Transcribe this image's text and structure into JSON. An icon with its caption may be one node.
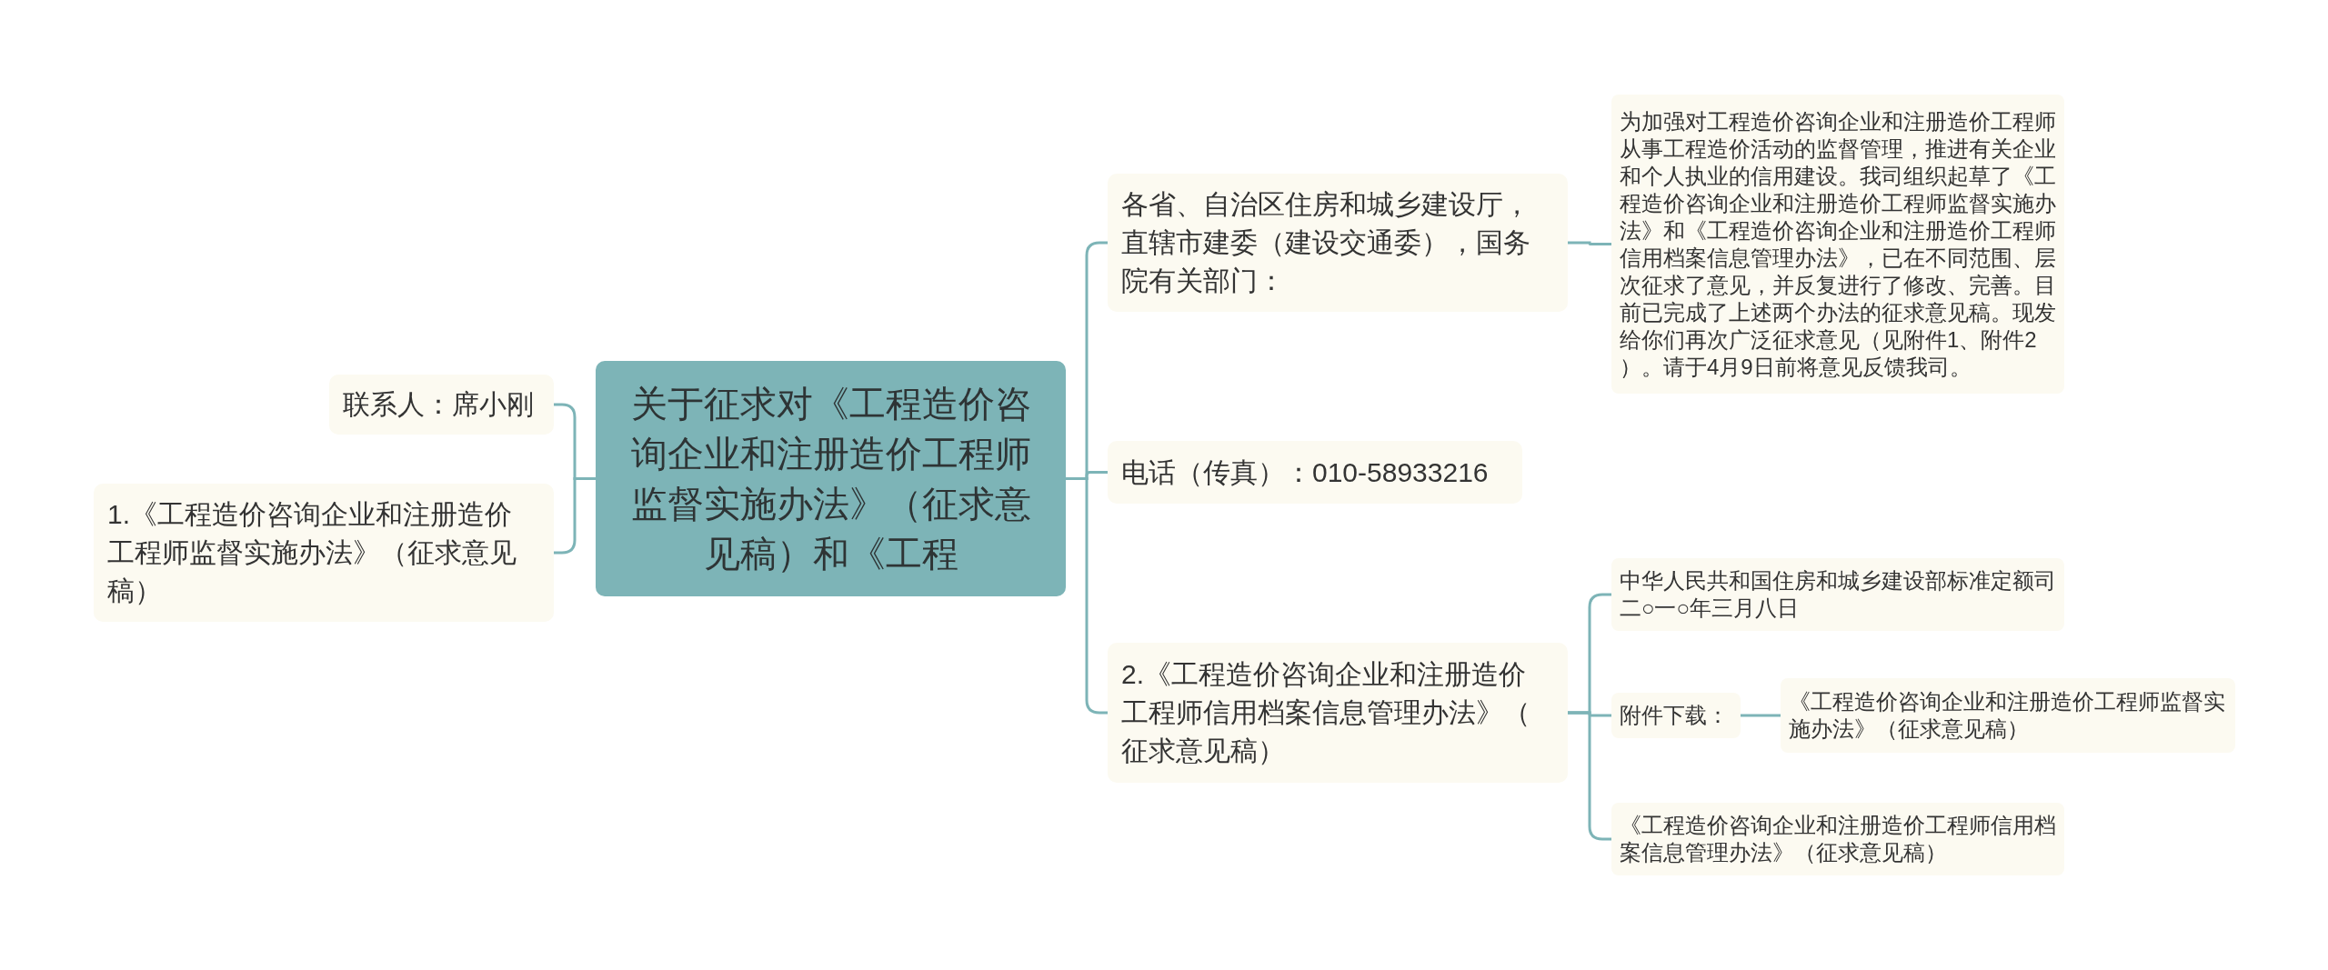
{
  "diagram": {
    "nodes": [
      {
        "text": [
          "关于征求对《工程造价咨询企业和注册造价工程师监督实施办法》（征求意见稿）和《工程"
        ]
      },
      {
        "text": [
          "联系人：席小刚"
        ]
      },
      {
        "text": [
          "1.《工程造价咨询企业和注册造价工程师监督实施办法》（征求意见稿）"
        ]
      },
      {
        "text": [
          "各省、自治区住房和城乡建设厅，直辖市建委（建设交通委），国务院有关部门："
        ]
      },
      {
        "text": [
          "为加强对工程造价咨询企业和注册造价工程师从事工程造价活动的监督管理，推进有关企业和个人执业的信用建设。我司组织起草了《工程造价咨询企业和注册造价工程师监督实施办法》和《工程造价咨询企业和注册造价工程师信用档案信息管理办法》，已在不同范围、层次征求了意见，并反复进行了修改、完善。目前已完成了上述两个办法的征求意见稿。现发给你们再次广泛征求意见（见附件1、附件2）。请于4月9日前将意见反馈我司。"
        ]
      },
      {
        "text": [
          "电话（传真）：010-58933216"
        ]
      },
      {
        "text": [
          "2.《工程造价咨询企业和注册造价工程师信用档案信息管理办法》（征求意见稿）"
        ]
      },
      {
        "text": [
          "中华人民共和国住房和城乡建设部标准定额司二○一○年三月八日"
        ]
      },
      {
        "text": [
          "附件下载："
        ]
      },
      {
        "text": [
          "《工程造价咨询企业和注册造价工程师监督实施办法》（征求意见稿）"
        ]
      },
      {
        "text": [
          "《工程造价咨询企业和注册造价工程师信用档案信息管理办法》（征求意见稿）"
        ]
      }
    ],
    "edges": [
      {
        "from": 0,
        "to": 1,
        "arrow": "none"
      },
      {
        "from": 0,
        "to": 2,
        "arrow": "none"
      },
      {
        "from": 0,
        "to": 3,
        "arrow": "none"
      },
      {
        "from": 3,
        "to": 4,
        "arrow": "none"
      },
      {
        "from": 0,
        "to": 5,
        "arrow": "none"
      },
      {
        "from": 0,
        "to": 6,
        "arrow": "none"
      },
      {
        "from": 6,
        "to": 7,
        "arrow": "none"
      },
      {
        "from": 6,
        "to": 8,
        "arrow": "none"
      },
      {
        "from": 8,
        "to": 9,
        "arrow": "none"
      },
      {
        "from": 6,
        "to": 10,
        "arrow": "none"
      }
    ]
  }
}
